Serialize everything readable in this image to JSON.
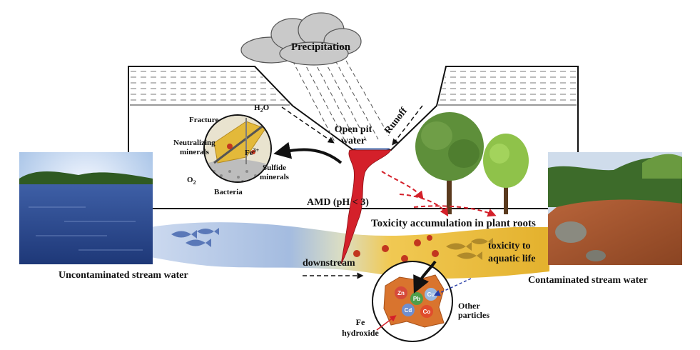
{
  "labels": {
    "precipitation": "Precipitation",
    "runoff": "Runoff",
    "open_pit_line1": "Open pit",
    "open_pit_line2": "water",
    "h2o_main": "H",
    "h2o_sub": "2",
    "h2o_end": "O",
    "fracture": "Fracture",
    "neutralizing_line1": "Neutralizing",
    "neutralizing_line2": "minerals",
    "fe3_main": "Fe",
    "fe3_sup": "3+",
    "o2_main": "O",
    "o2_sub": "2",
    "bacteria": "Bacteria",
    "sulfide_line1": "Sulfide",
    "sulfide_line2": "minerals",
    "amd": "AMD (pH < 3)",
    "toxicity_roots": "Toxicity accumulation in plant roots",
    "toxicity_aquatic_line1": "toxicity to",
    "toxicity_aquatic_line2": "aquatic life",
    "downstream": "downstream",
    "uncontaminated": "Uncontaminated stream water",
    "contaminated": "Contaminated stream water",
    "other_particles_line1": "Other",
    "other_particles_line2": "particles",
    "fe_hydroxide_line1": "Fe",
    "fe_hydroxide_line2": "hydroxide"
  },
  "metals": [
    "Zn",
    "Pb",
    "Cu",
    "Cd",
    "Co"
  ],
  "colors": {
    "stream_clean": "#9fb8de",
    "stream_contaminated": "#e8b830",
    "amd_red": "#d4202a",
    "cloud": "#c9c9c9",
    "tree_green": "#5e8f3a",
    "fe_hydroxide": "#d9742e"
  }
}
